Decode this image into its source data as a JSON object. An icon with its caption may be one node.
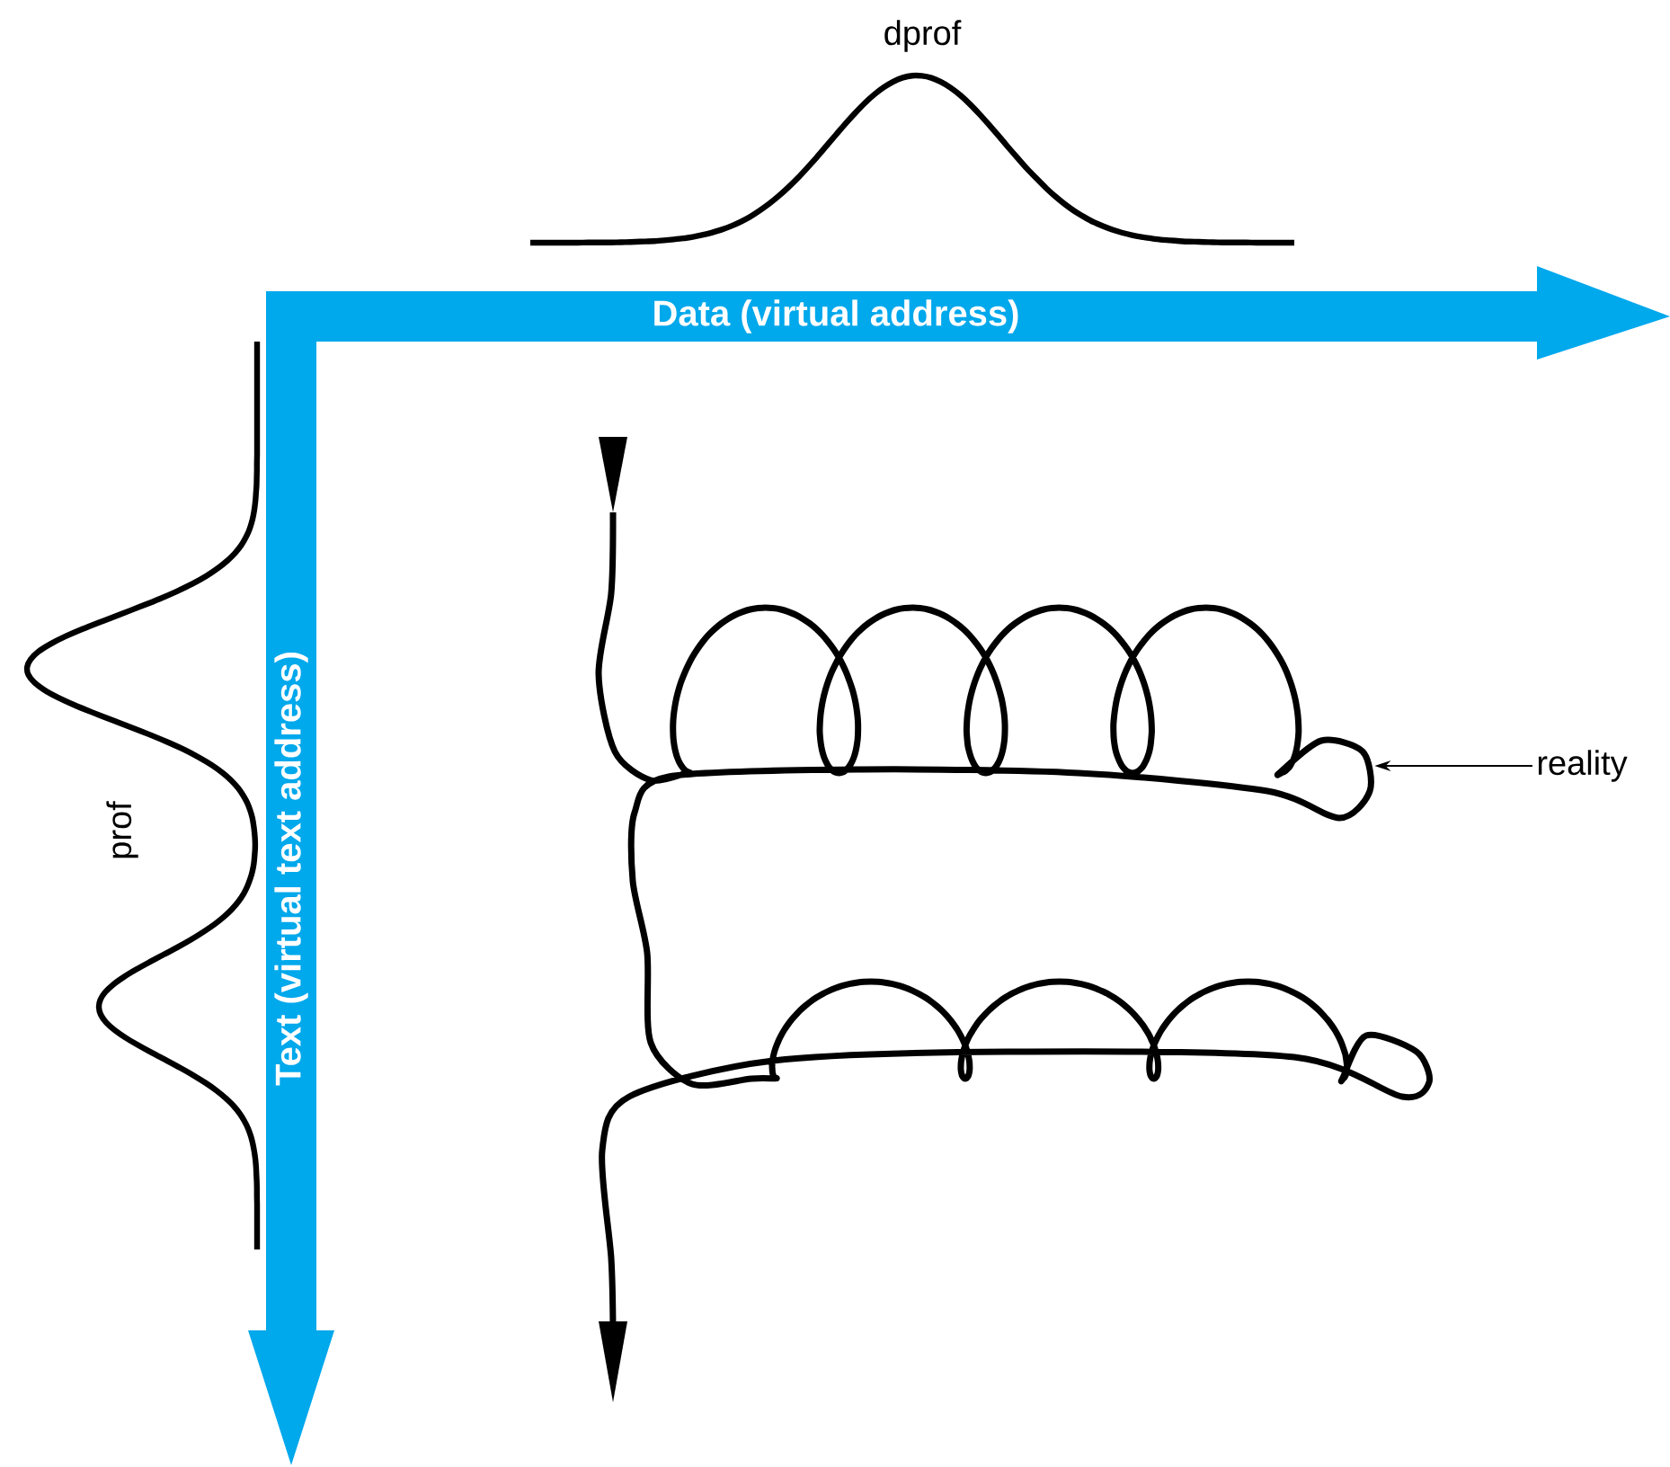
{
  "diagram": {
    "nodes": [
      {
        "text": [
          "reality"
        ]
      },
      {
        "text": [],
        "shape": "picture"
      }
    ],
    "edges": [
      {
        "from": 0,
        "to": 1,
        "arrow": "to"
      }
    ],
    "labels": [
      "dprof",
      "Data (virtual address)",
      "prof",
      "Text (virtual text address)"
    ]
  }
}
